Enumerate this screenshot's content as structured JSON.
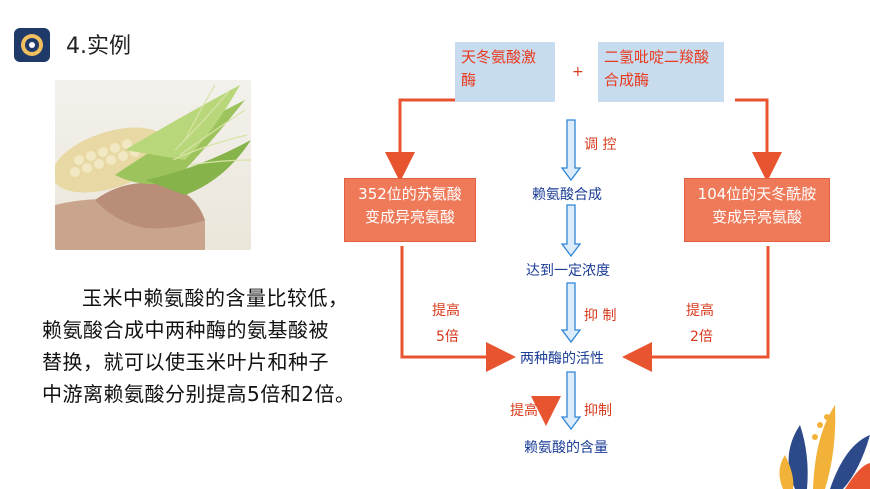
{
  "header": {
    "title": "4.实例"
  },
  "text": {
    "lines": [
      "玉米中赖氨酸的含量比较低，",
      "赖氨酸合成中两种酶的氨基酸被",
      "替换，就可以使玉米叶片和种子",
      "中游离赖氨酸分别提高5倍和2倍。"
    ]
  },
  "diagram": {
    "enzyme1": [
      "天冬氨酸激",
      "酶"
    ],
    "plus": "+",
    "enzyme2": [
      "二氢吡啶二羧酸",
      "合成酶"
    ],
    "regulate": "调 控",
    "lys_synthesis": "赖氨酸合成",
    "reach_conc": "达到一定浓度",
    "inhibit1": "抑 制",
    "activity": "两种酶的活性",
    "inhibit2": "抑制",
    "increase_mid": "提高",
    "lys_content": "赖氨酸的含量",
    "left_box": [
      "352位的苏氨酸",
      "变成异亮氨酸"
    ],
    "right_box": [
      "104位的天冬酰胺",
      "变成异亮氨酸"
    ],
    "left_increase": [
      "提高",
      "5倍"
    ],
    "right_increase": [
      "提高",
      "2倍"
    ]
  },
  "colors": {
    "red_arrow": "#e8542f",
    "blue_arrow": "#2f86d6",
    "box_blue": "#c7dcef",
    "box_orange": "#ef7a5a"
  }
}
